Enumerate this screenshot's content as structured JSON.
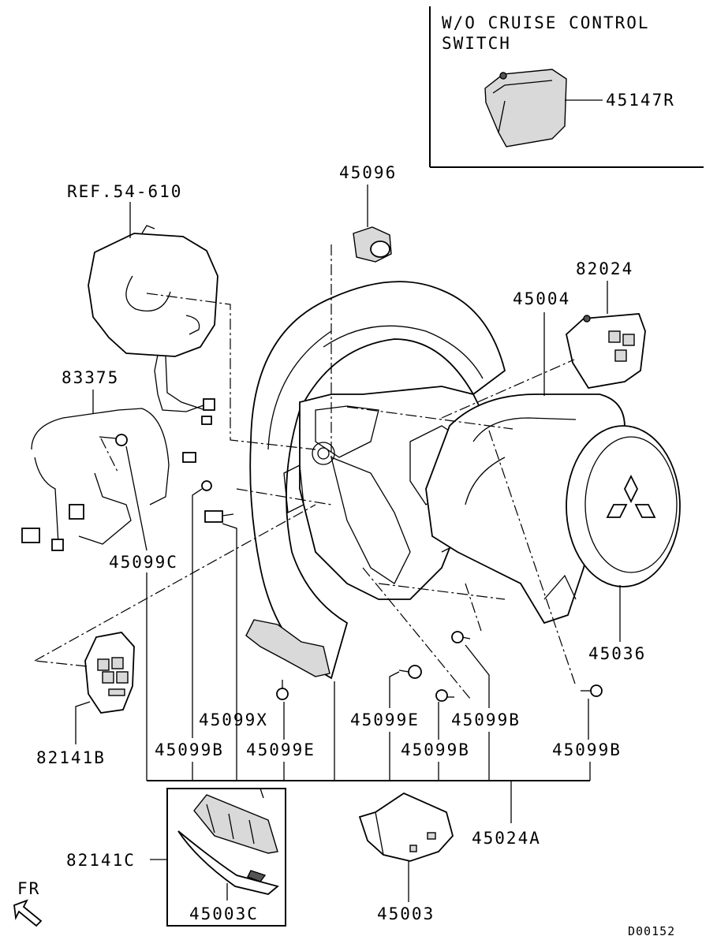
{
  "inset": {
    "title_line1": "W/O CRUISE CONTROL",
    "title_line2": "SWITCH",
    "part": "45147R"
  },
  "labels": {
    "ref": "REF.54-610",
    "p45096": "45096",
    "p82024": "82024",
    "p45004": "45004",
    "p83375": "83375",
    "p45099C": "45099C",
    "p45036": "45036",
    "p82141B": "82141B",
    "p45099X": "45099X",
    "p45099E_left": "45099E",
    "p45099B_left": "45099B",
    "p45099E_mid": "45099E",
    "p45099B_mid1": "45099B",
    "p45099B_mid2": "45099B",
    "p45099B_right": "45099B",
    "p45024A": "45024A",
    "p82141C": "82141C",
    "p45003C": "45003C",
    "p45003": "45003",
    "fr": "FR",
    "code": "D00152"
  }
}
